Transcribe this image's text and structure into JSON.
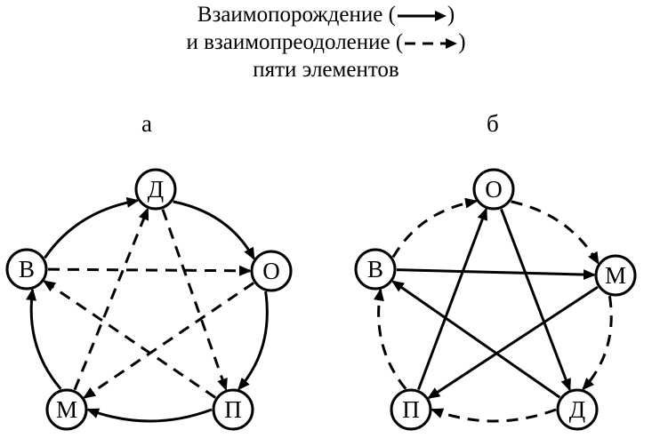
{
  "title": {
    "line1": "Взаимопорождение",
    "line2": "и взаимопреодоление",
    "line3": "пяти элементов",
    "paren_open": "(",
    "paren_close": ")"
  },
  "panels": [
    {
      "label": "а",
      "nodes": [
        "Д",
        "О",
        "П",
        "М",
        "В"
      ],
      "generation_cycle": [
        "Д",
        "О",
        "П",
        "М",
        "В"
      ],
      "overcoming_cycle": [
        "Д",
        "П",
        "В",
        "О",
        "М"
      ]
    },
    {
      "label": "б",
      "nodes": [
        "О",
        "М",
        "Д",
        "П",
        "В"
      ],
      "generation_cycle": [
        "О",
        "Д",
        "В",
        "М",
        "П"
      ],
      "overcoming_cycle": [
        "О",
        "М",
        "Д",
        "П",
        "В"
      ]
    }
  ],
  "legend": {
    "solid": "Взаимопорождение",
    "dashed": "взаимопреодоление"
  },
  "colors": {
    "stroke": "#000000",
    "fill": "#ffffff"
  }
}
